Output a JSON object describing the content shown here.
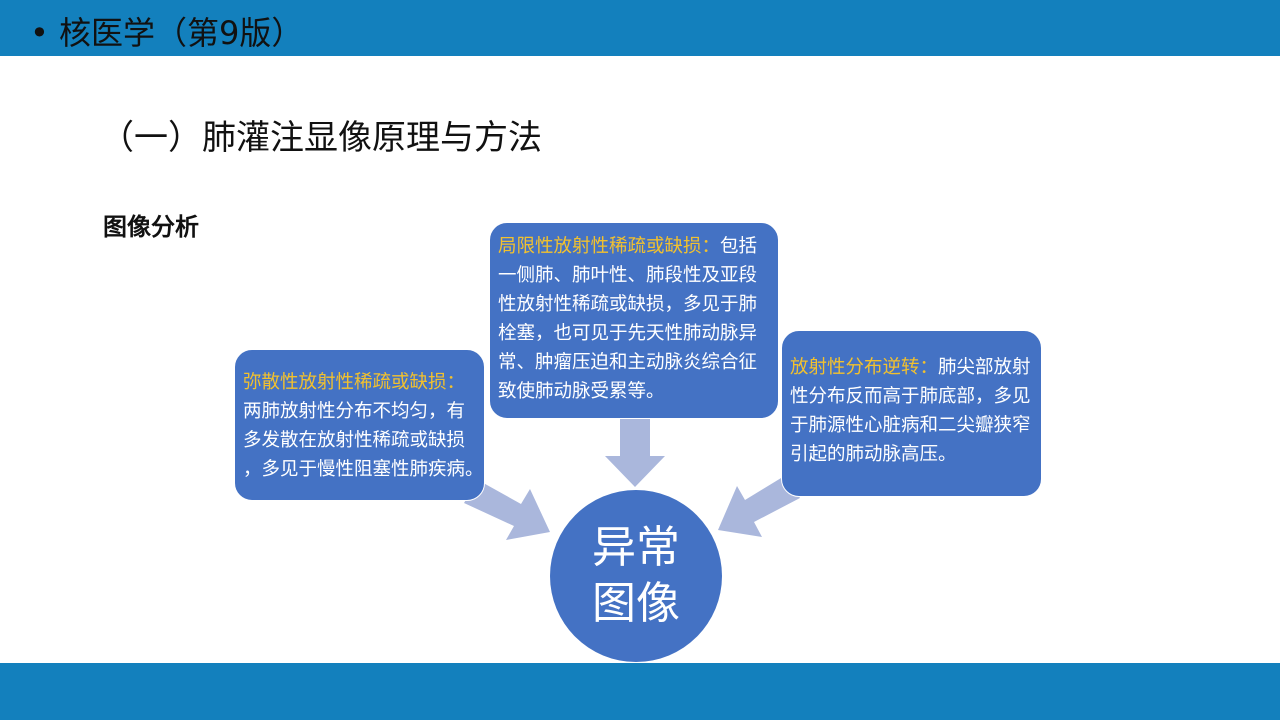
{
  "header": {
    "title": "• 核医学（第9版）"
  },
  "slide": {
    "title": "（一）肺灌注显像原理与方法",
    "subtitle": "图像分析",
    "center": {
      "line1": "异常",
      "line2": "图像"
    },
    "boxes": {
      "top": {
        "heading": "局限性放射性稀疏或缺损：",
        "lines": [
          "包括",
          "一侧肺、肺叶性、肺段性及亚段",
          "性放射性稀疏或缺损，多见于肺",
          "栓塞，也可见于先天性肺动脉异",
          "常、肿瘤压迫和主动脉炎综合征",
          "致使肺动脉受累等。"
        ]
      },
      "left": {
        "heading": "弥散性放射性稀疏或缺损：",
        "lines": [
          "",
          "两肺放射性分布不均匀，有",
          "多发散在放射性稀疏或缺损",
          "，多见于慢性阻塞性肺疾病。"
        ]
      },
      "right": {
        "heading": "放射性分布逆转：",
        "lines": [
          "肺尖部放射",
          "性分布反而高于肺底部，多见",
          "于肺源性心脏病和二尖瓣狭窄",
          "引起的肺动脉高压。"
        ]
      }
    }
  },
  "colors": {
    "bar": "#1380bd",
    "box": "#4472c4",
    "heading": "#f2c12e",
    "arrow": "#aab7dc"
  }
}
